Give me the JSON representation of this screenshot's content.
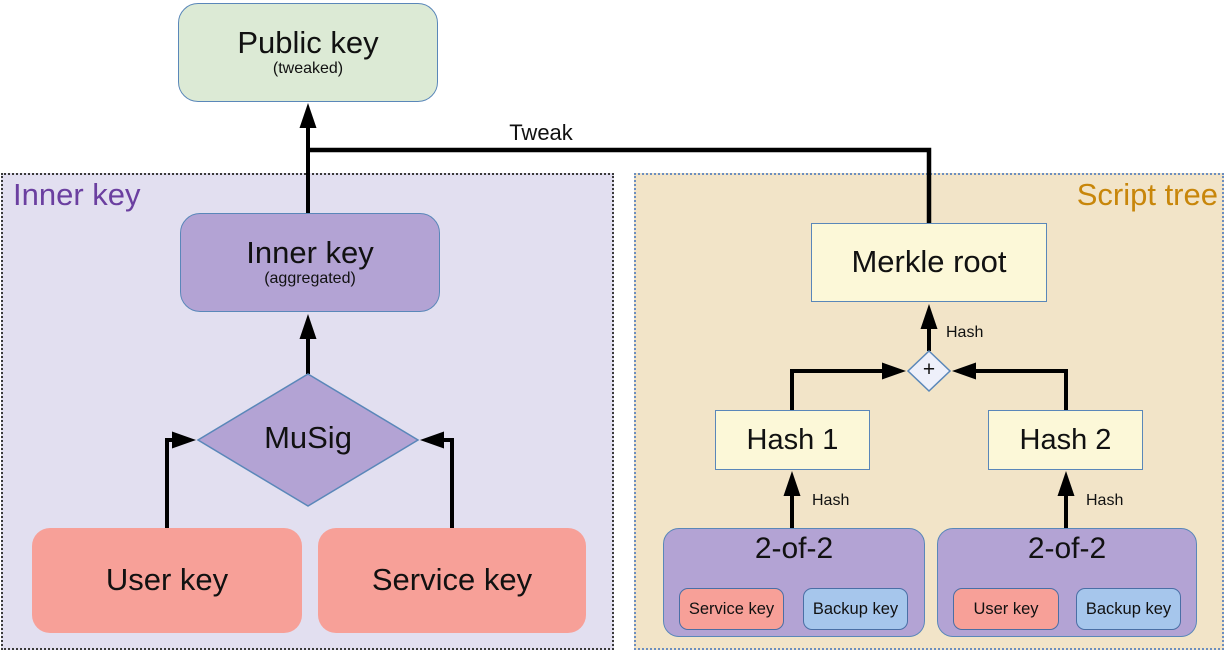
{
  "diagram": {
    "public_key": {
      "title": "Public key",
      "subtitle": "(tweaked)"
    },
    "groups": {
      "inner_key_label": "Inner key",
      "script_tree_label": "Script tree"
    },
    "nodes": {
      "inner_key": {
        "title": "Inner key",
        "subtitle": "(aggregated)"
      },
      "musig": "MuSig",
      "user_key": "User key",
      "service_key": "Service key",
      "merkle_root": "Merkle root",
      "plus": "+",
      "hash1": "Hash 1",
      "hash2": "Hash 2",
      "branch_left": {
        "title": "2-of-2",
        "key1": "Service key",
        "key2": "Backup key"
      },
      "branch_right": {
        "title": "2-of-2",
        "key1": "User key",
        "key2": "Backup key"
      }
    },
    "edge_labels": {
      "tweak": "Tweak",
      "hash_root": "Hash",
      "hash_left": "Hash",
      "hash_right": "Hash"
    },
    "colors": {
      "public_key_fill": "#dcead5",
      "purple_fill": "#b3a3d4",
      "salmon_fill": "#f7a098",
      "yellow_fill": "#fcf8d8",
      "backup_blue_fill": "#a6c6ec",
      "plus_fill": "#eef0fa",
      "inner_group_bg": "#e2dff0",
      "script_group_bg": "#f2e4c8",
      "inner_label_color": "#6b3fa0",
      "script_label_color": "#c8860a",
      "box_border": "#5a87b9",
      "line_color": "#000000"
    }
  }
}
